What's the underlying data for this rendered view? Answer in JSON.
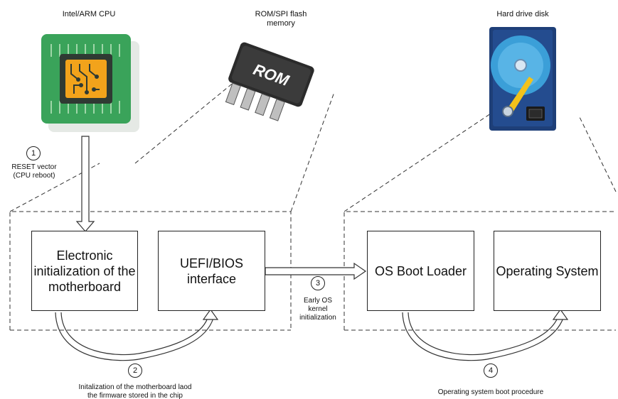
{
  "components": {
    "cpu_label": "Intel/ARM CPU",
    "rom_label": "ROM/SPI flash\nmemory",
    "rom_chip_text": "ROM",
    "hdd_label": "Hard drive disk"
  },
  "boxes": {
    "electronic_init": "Electronic initialization of the motherboard",
    "uefi_bios": "UEFI/BIOS interface",
    "os_boot_loader": "OS Boot Loader",
    "operating_system": "Operating System"
  },
  "steps": [
    {
      "num": "1",
      "caption": "RESET vector\n(CPU reboot)"
    },
    {
      "num": "2",
      "caption": "Initalization of the motherboard laod\nthe firmware stored in the chip"
    },
    {
      "num": "3",
      "caption": "Early OS\nkernel\ninitialization"
    },
    {
      "num": "4",
      "caption": "Operating system boot procedure"
    }
  ],
  "colors": {
    "cpu_board": "#3aa35a",
    "cpu_core": "#f2a31b",
    "hdd_body": "#1e3f78",
    "platter": "#3b9fd8"
  }
}
